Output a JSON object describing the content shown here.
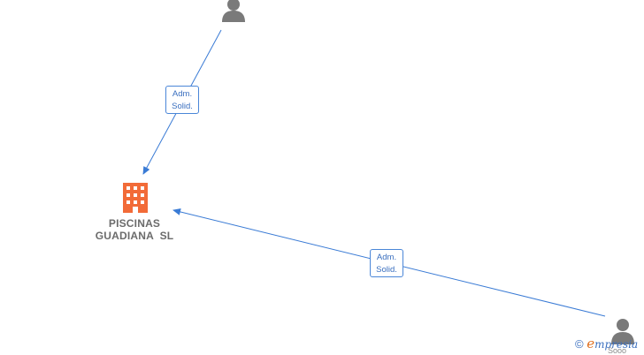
{
  "company": {
    "name_line1": "PISCINAS",
    "name_line2": "GUADIANA  SL",
    "icon": "building-icon",
    "color": "#f26b38"
  },
  "persons": [
    {
      "icon": "person-icon",
      "color": "#7a7a7a"
    },
    {
      "icon": "person-icon",
      "color": "#7a7a7a"
    }
  ],
  "relations": [
    {
      "from": "person-top",
      "to": "company",
      "line1": "Adm.",
      "line2": "Solid."
    },
    {
      "from": "person-bottom-right",
      "to": "company",
      "line1": "Adm.",
      "line2": "Solid."
    }
  ],
  "edge_color": "#3a7bd5",
  "watermark": {
    "copyright": "©",
    "brand_initial": "e",
    "brand_rest": "mpresia",
    "sub": "Sooo"
  }
}
